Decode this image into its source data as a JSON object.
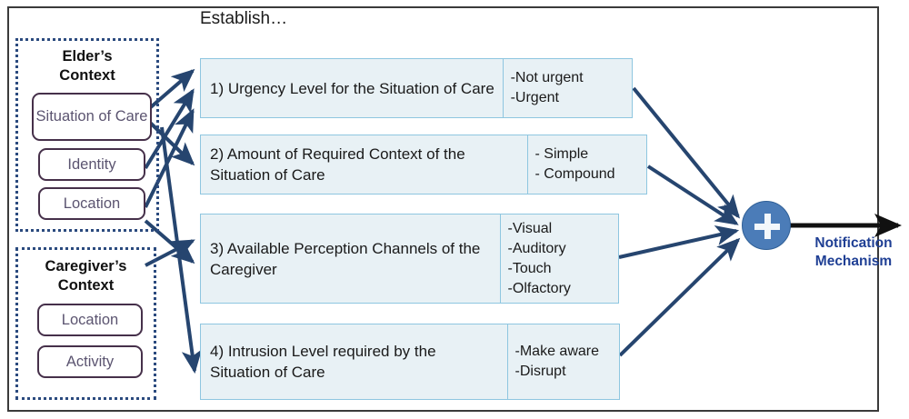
{
  "diagram": {
    "title_note": "Establish…",
    "output_label_line1": "Notification",
    "output_label_line2": "Mechanism",
    "aggregator_symbol": "+",
    "colors": {
      "factor_fill": "#e8f1f5",
      "factor_border": "#8ec6e0",
      "context_border": "#2b4a7e",
      "context_item_border": "#46304a",
      "context_item_text": "#5b5470",
      "arrow": "#26456f",
      "aggregator_fill": "#4b7cb8",
      "output_text": "#1f3f94",
      "frame": "#3b3b3b"
    }
  },
  "contexts": [
    {
      "name": "elder-context",
      "title_line1": "Elder’s",
      "title_line2": "Context",
      "items": [
        {
          "label": "Situation of Care"
        },
        {
          "label": "Identity"
        },
        {
          "label": "Location"
        }
      ]
    },
    {
      "name": "caregiver-context",
      "title_line1": "Caregiver’s",
      "title_line2": "Context",
      "items": [
        {
          "label": "Location"
        },
        {
          "label": "Activity"
        }
      ]
    }
  ],
  "factors": [
    {
      "id": 1,
      "text": "1) Urgency Level for the Situation of Care",
      "options": [
        "-Not urgent",
        "-Urgent"
      ]
    },
    {
      "id": 2,
      "text": "2) Amount of Required Context of the Situation of Care",
      "options": [
        "- Simple",
        "- Compound"
      ]
    },
    {
      "id": 3,
      "text": "3) Available Perception Channels of the Caregiver",
      "options": [
        "-Visual",
        "-Auditory",
        "-Touch",
        "-Olfactory"
      ]
    },
    {
      "id": 4,
      "text": "4) Intrusion Level required by the Situation of Care",
      "options": [
        "-Make aware",
        "-Disrupt"
      ]
    }
  ]
}
